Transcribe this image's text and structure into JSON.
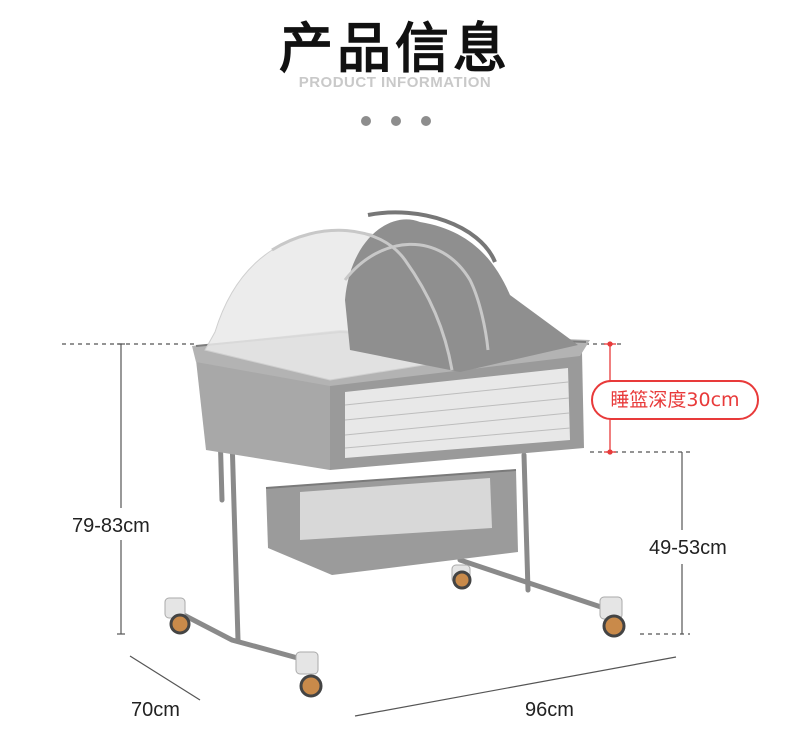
{
  "header": {
    "title": "产品信息",
    "subtitle": "PRODUCT INFORMATION"
  },
  "dimensions": {
    "total_height": "79-83cm",
    "width": "70cm",
    "length": "96cm",
    "bed_height": "49-53cm",
    "basket_depth": "睡篮深度30cm"
  },
  "colors": {
    "accent": "#e83a3a",
    "frame_gray": "#8a8a8a",
    "fabric_gray": "#9a9a9a"
  }
}
